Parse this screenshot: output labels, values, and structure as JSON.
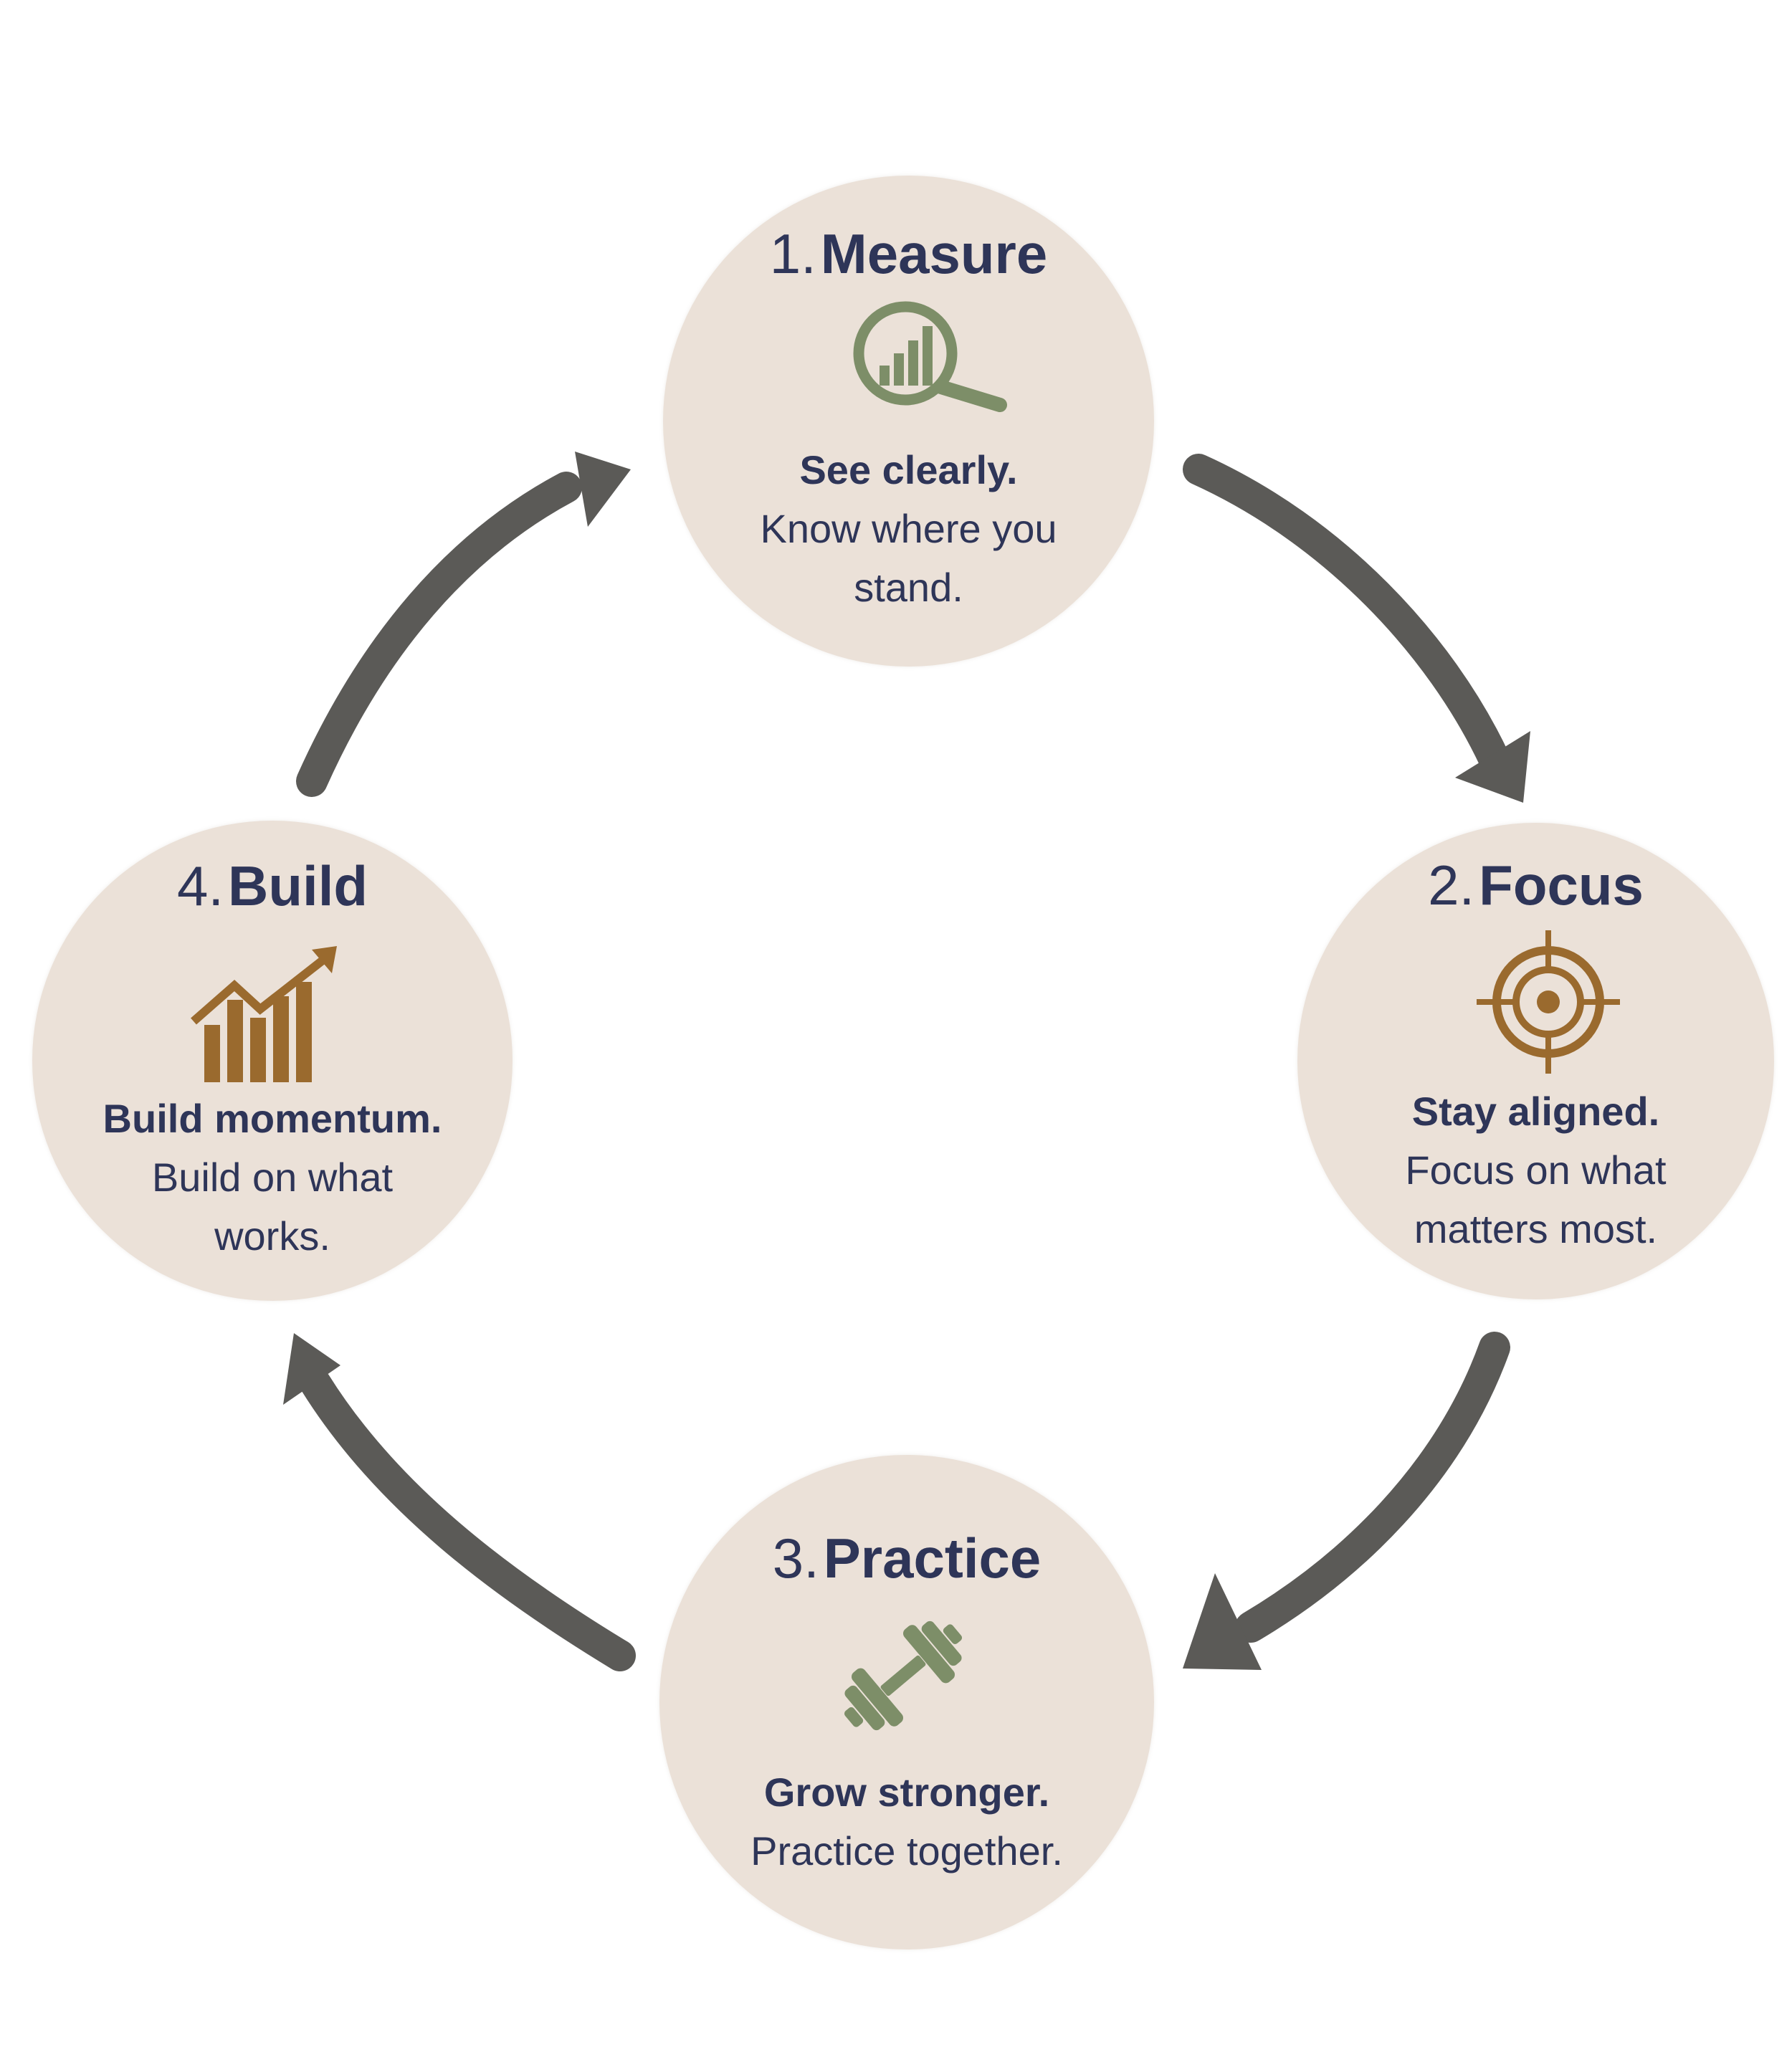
{
  "colors": {
    "circle_fill": "#ebe1d8",
    "text": "#2e3558",
    "green_icon": "#7d8e68",
    "brown_icon": "#9a6a2e",
    "arrow": "#5b5a57"
  },
  "steps": [
    {
      "number": "1.",
      "title": "Measure",
      "icon": "magnifier-chart-icon",
      "headline": "See clearly.",
      "lines": [
        "Know where you",
        "stand."
      ]
    },
    {
      "number": "2.",
      "title": "Focus",
      "icon": "target-crosshair-icon",
      "headline": "Stay aligned.",
      "lines": [
        "Focus on what",
        "matters most."
      ]
    },
    {
      "number": "3.",
      "title": "Practice",
      "icon": "dumbbell-icon",
      "headline": "Grow stronger.",
      "lines": [
        "Practice together."
      ]
    },
    {
      "number": "4.",
      "title": "Build",
      "icon": "growth-chart-icon",
      "headline": "Build momentum.",
      "lines": [
        "Build on what",
        "works."
      ]
    }
  ]
}
